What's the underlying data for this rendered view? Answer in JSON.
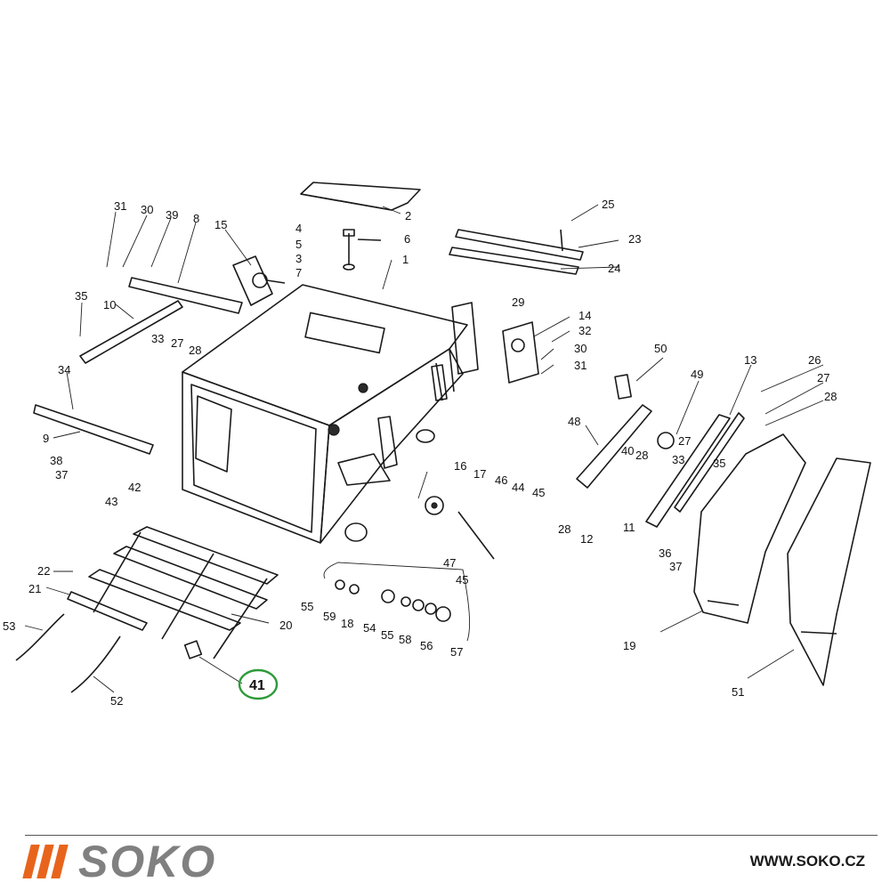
{
  "diagram": {
    "part_numbers": [
      "31",
      "30",
      "39",
      "8",
      "15",
      "2",
      "25",
      "4",
      "6",
      "5",
      "3",
      "7",
      "1",
      "23",
      "24",
      "35",
      "10",
      "33",
      "27",
      "29",
      "14",
      "32",
      "28",
      "30",
      "31",
      "34",
      "9",
      "38",
      "37",
      "43",
      "42",
      "16",
      "17",
      "46",
      "44",
      "45",
      "50",
      "49",
      "13",
      "26",
      "27",
      "28",
      "48",
      "40",
      "28",
      "27",
      "33",
      "35",
      "11",
      "12",
      "28",
      "36",
      "37",
      "47",
      "45",
      "22",
      "21",
      "20",
      "53",
      "52",
      "55",
      "59",
      "18",
      "54",
      "55",
      "58",
      "56",
      "57",
      "19",
      "51"
    ],
    "highlighted_part": "41"
  },
  "footer": {
    "brand": "SOKO",
    "url": "WWW.SOKO.CZ",
    "bar_color": "#e8641c",
    "highlight_color": "#2e9a3a"
  }
}
